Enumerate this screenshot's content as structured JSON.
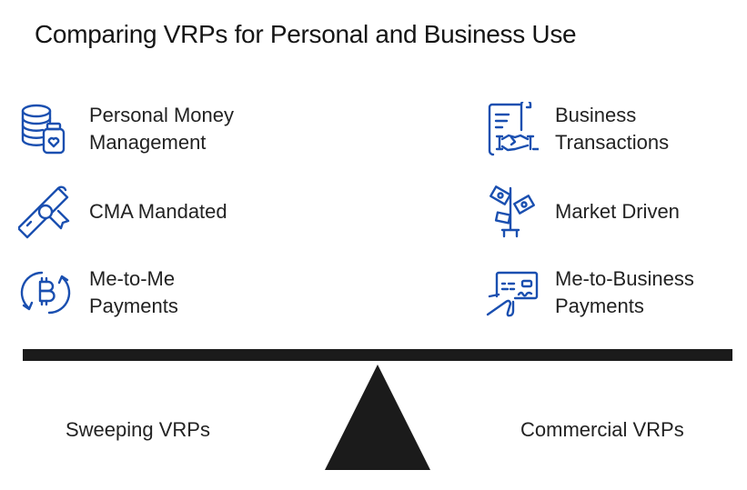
{
  "title": "Comparing VRPs for Personal and Business Use",
  "colors": {
    "icon_stroke": "#1a4fb0",
    "text": "#222222",
    "balance": "#1b1b1b",
    "background": "#ffffff"
  },
  "left_column": {
    "items": [
      {
        "icon": "coins-jar-heart-icon",
        "label": "Personal Money\nManagement"
      },
      {
        "icon": "diploma-scroll-icon",
        "label": "CMA Mandated"
      },
      {
        "icon": "bitcoin-cycle-icon",
        "label": "Me-to-Me\nPayments"
      }
    ]
  },
  "right_column": {
    "items": [
      {
        "icon": "contract-handshake-icon",
        "label": "Business\nTransactions"
      },
      {
        "icon": "money-plant-icon",
        "label": "Market Driven"
      },
      {
        "icon": "signing-check-icon",
        "label": "Me-to-Business\nPayments"
      }
    ]
  },
  "balance": {
    "left_label": "Sweeping VRPs",
    "right_label": "Commercial VRPs"
  }
}
